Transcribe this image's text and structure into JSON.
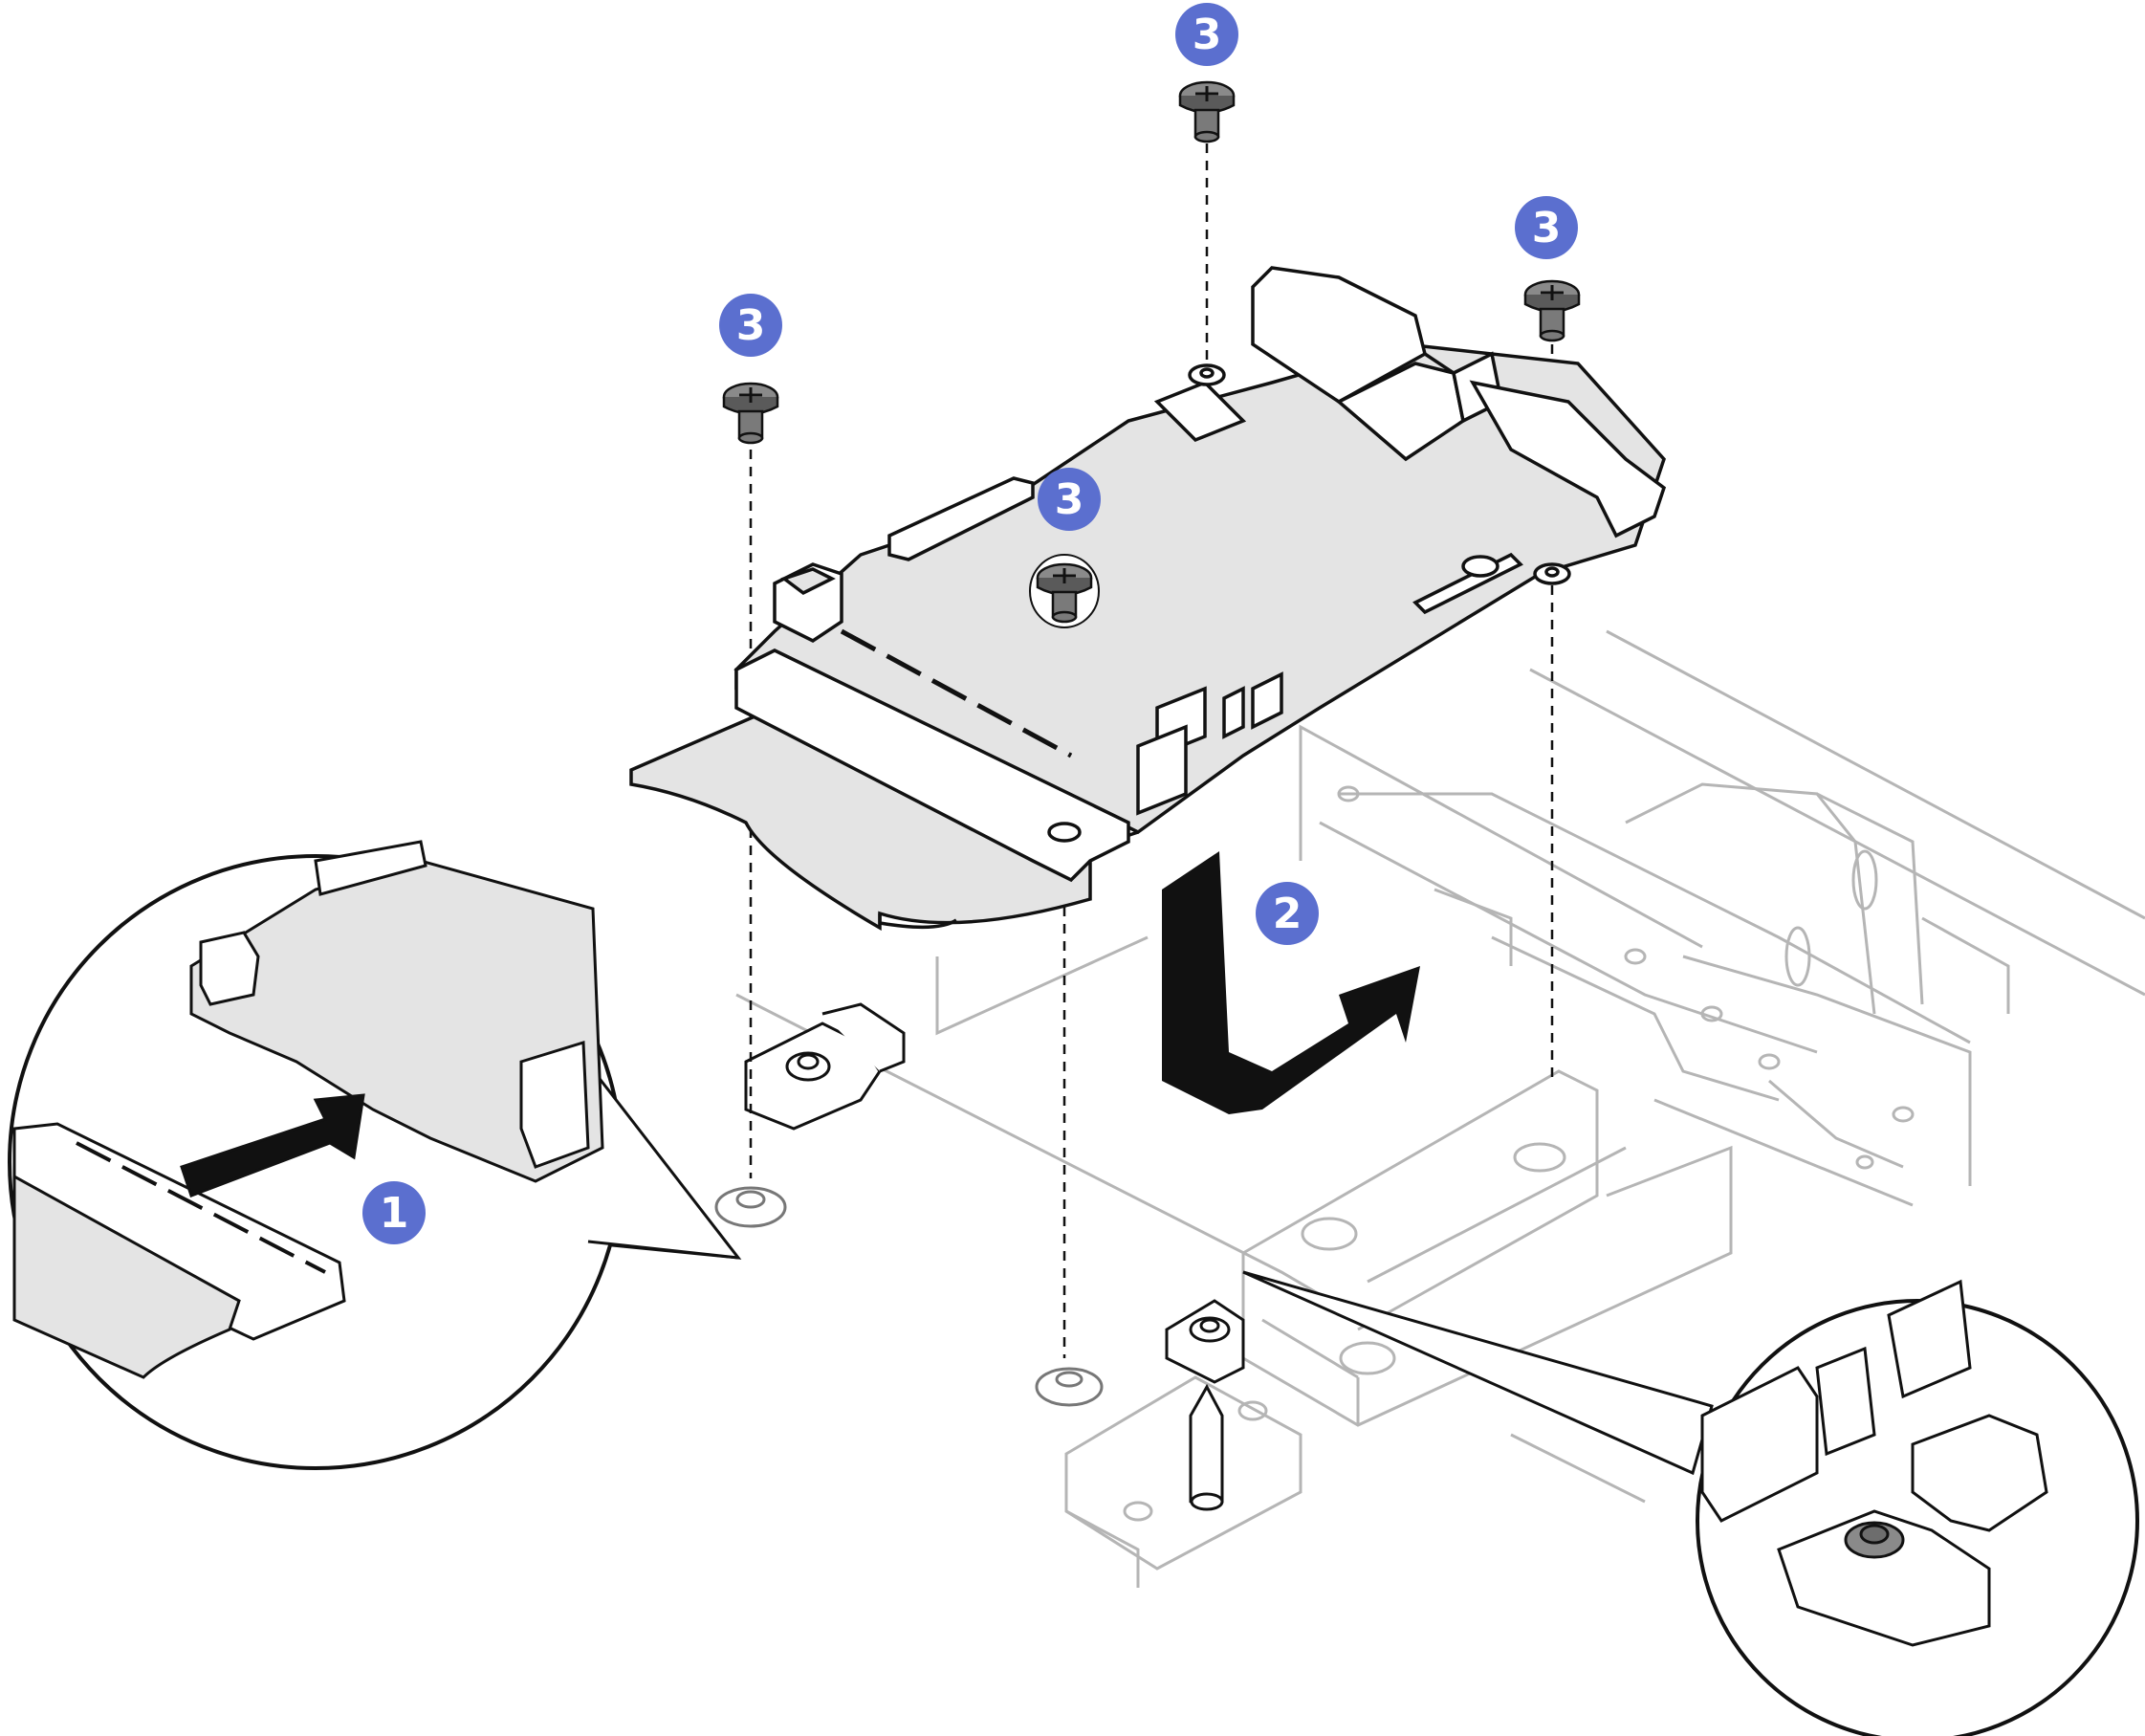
{
  "diagram": {
    "type": "hardware-installation-illustration",
    "colors": {
      "callout_badge": "#5b6fcf",
      "callout_text": "#ffffff",
      "line": "#111111",
      "faint_line": "#b5b5b5",
      "board_fill": "#e4e4e4",
      "arrow_fill": "#111111"
    },
    "callouts": [
      {
        "id": "step-1",
        "label": "1"
      },
      {
        "id": "step-2",
        "label": "2"
      },
      {
        "id": "step-3a",
        "label": "3"
      },
      {
        "id": "step-3b",
        "label": "3"
      },
      {
        "id": "step-3c",
        "label": "3"
      },
      {
        "id": "step-3d",
        "label": "3"
      }
    ],
    "parts": {
      "board": "system-io-board",
      "screw": "screw-icon",
      "standoff": "standoff-icon",
      "guide_pin": "guide-pin-icon",
      "bracket": "rear-bracket-icon",
      "arrow": "arrow-icon"
    }
  }
}
